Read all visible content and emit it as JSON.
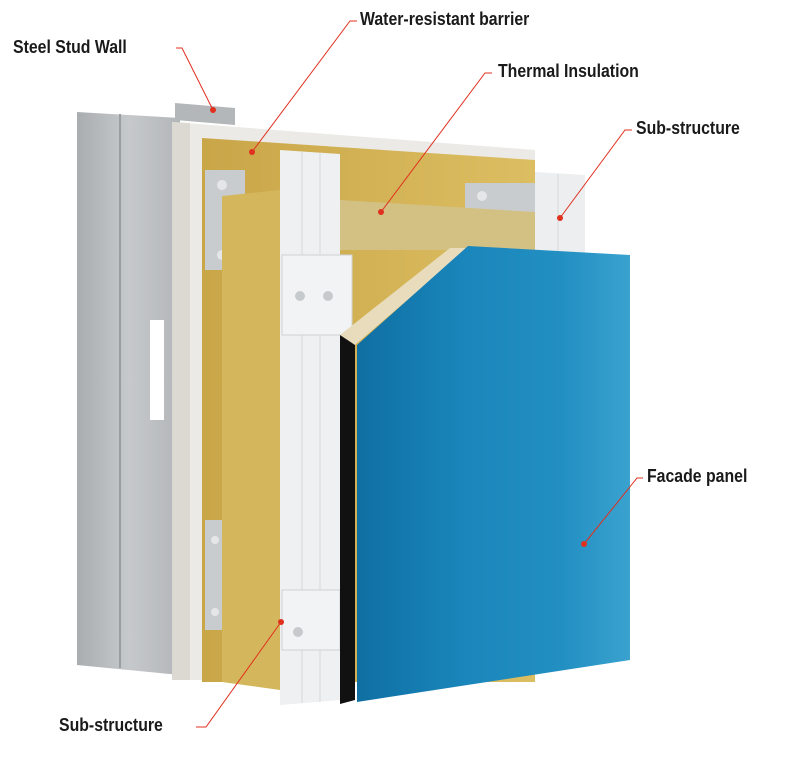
{
  "labels": {
    "steel_stud_wall": "Steel Stud Wall",
    "water_resistant_barrier": "Water-resistant barrier",
    "thermal_insulation": "Thermal Insulation",
    "sub_structure_top": "Sub-structure",
    "facade_panel": "Facade panel",
    "sub_structure_bottom": "Sub-structure"
  },
  "colors": {
    "leader": "#e0301e",
    "panel": "#1f8cbf",
    "insulation": "#d8b552",
    "steel": "#b8bcbf"
  }
}
